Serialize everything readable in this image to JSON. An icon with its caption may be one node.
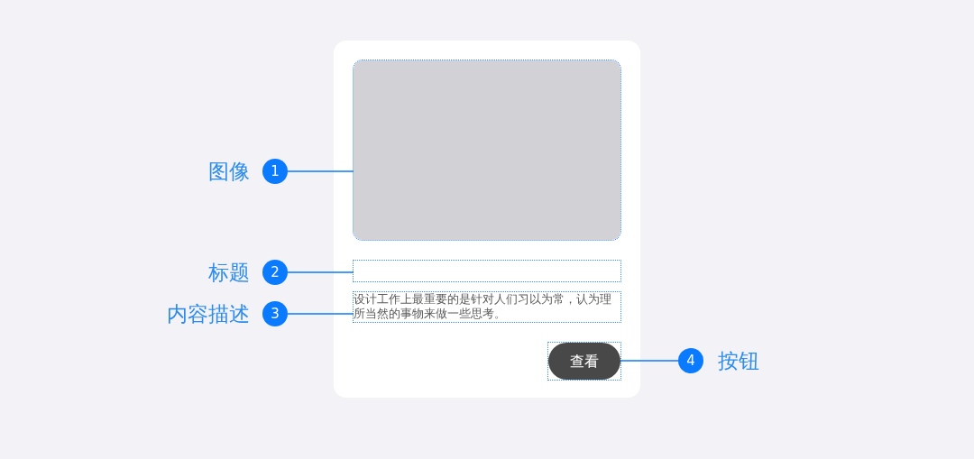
{
  "diagram": {
    "nodes": [
      {
        "text": [
          "1"
        ],
        "beside": [
          "图像"
        ]
      },
      {
        "text": [
          "2"
        ],
        "beside": [
          "标题"
        ]
      },
      {
        "text": [
          "3"
        ],
        "beside": [
          "内容描述"
        ]
      },
      {
        "text": [],
        "shape": "box"
      },
      {
        "text": [],
        "shape": "box",
        "in": 3
      },
      {
        "text": [],
        "shape": "box",
        "in": 3
      },
      {
        "text": [
          "设计工作上最重要的是针对人们习以为常，认为理所当然的事物来做一些思考。"
        ],
        "in": 3
      },
      {
        "text": [
          "查看"
        ],
        "in": 3
      },
      {
        "text": [
          "4"
        ],
        "beside": [
          "按钮"
        ]
      }
    ],
    "edges": [
      {
        "from": 0,
        "to": 4,
        "arrow": "none"
      },
      {
        "from": 1,
        "to": 5,
        "arrow": "none"
      },
      {
        "from": 2,
        "to": 6,
        "arrow": "none"
      },
      {
        "from": 8,
        "to": 7,
        "arrow": "none"
      }
    ]
  }
}
